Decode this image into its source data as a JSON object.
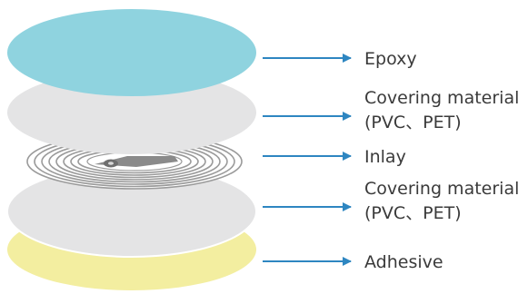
{
  "layers": [
    {
      "id": "epoxy",
      "lines": [
        "Epoxy"
      ],
      "color": "#8fd3df"
    },
    {
      "id": "covering-top",
      "lines": [
        "Covering material",
        "(PVC、PET)"
      ],
      "color": "#e4e4e5"
    },
    {
      "id": "inlay",
      "lines": [
        "Inlay"
      ],
      "color": "#9a9a9a"
    },
    {
      "id": "covering-bottom",
      "lines": [
        "Covering material",
        "(PVC、PET)"
      ],
      "color": "#e4e4e5"
    },
    {
      "id": "adhesive",
      "lines": [
        "Adhesive"
      ],
      "color": "#f3eea0"
    }
  ],
  "arrow_color": "#2e86c1"
}
